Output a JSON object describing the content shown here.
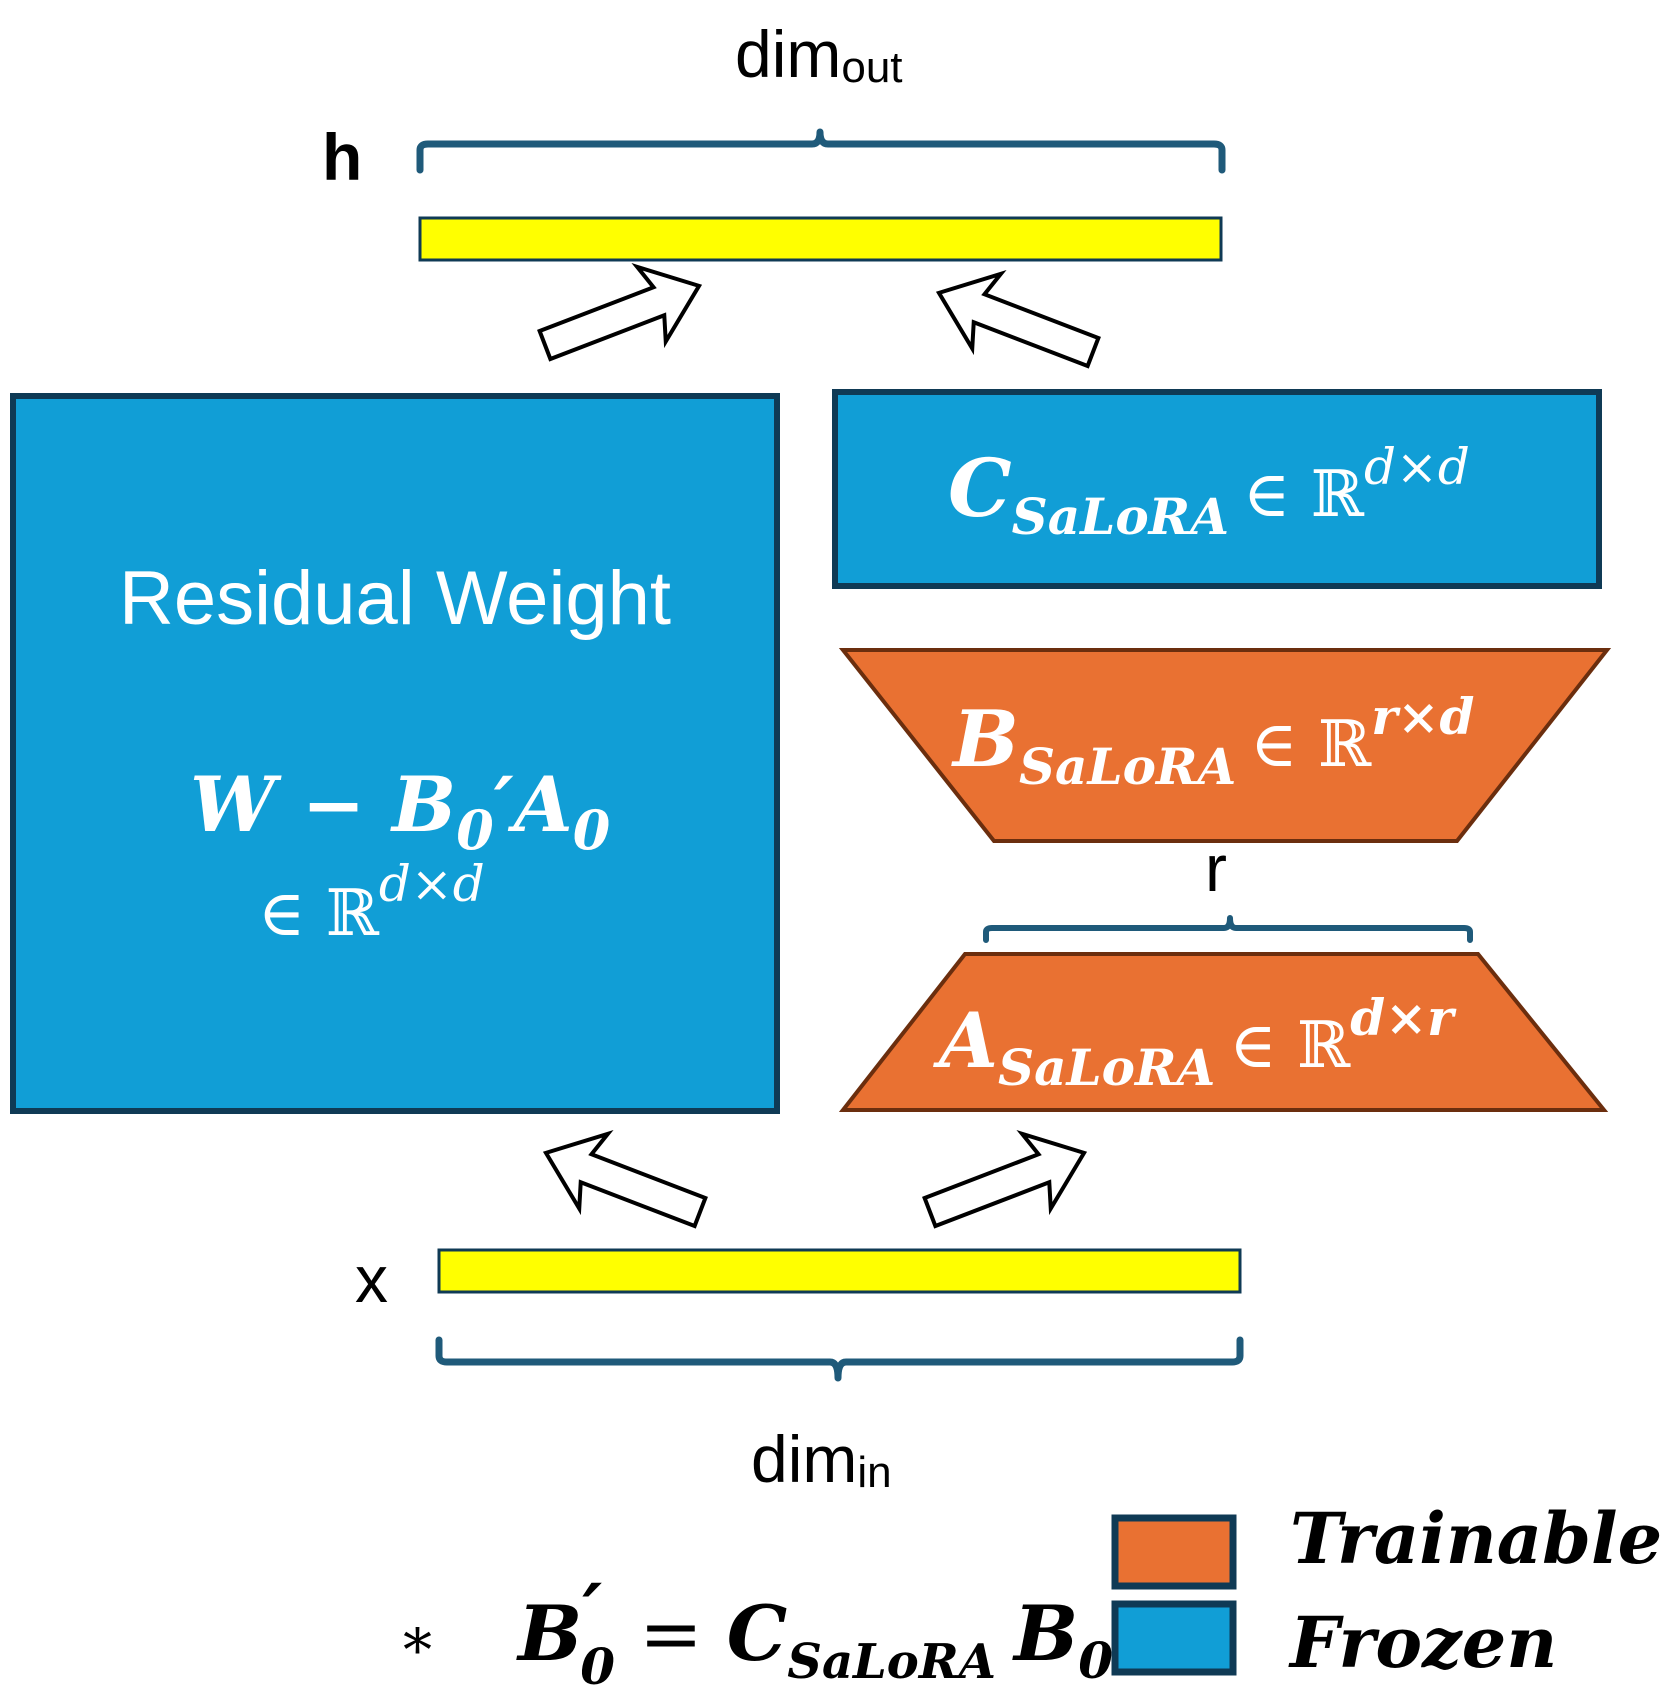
{
  "labels": {
    "dim_out": {
      "main": "dim",
      "sub": "out"
    },
    "dim_in": {
      "main": "dim",
      "sub": "in"
    },
    "h": "h",
    "x": "x",
    "r": "r"
  },
  "blocks": {
    "residual": {
      "title": "Residual Weight",
      "expr_main": "W − B",
      "expr_sub1": "0",
      "expr_prime": "′A",
      "expr_sub2": "0",
      "domain_in": "∈ ℝ",
      "domain_sup": "d×d"
    },
    "c_salora": {
      "main": "C",
      "sub": "SaLoRA",
      "in": "∈ ℝ",
      "sup": "d×d"
    },
    "b_salora": {
      "main": "B",
      "sub": "SaLoRA",
      "in": "∈ ℝ",
      "sup": "r×d"
    },
    "a_salora": {
      "main": "A",
      "sub": "SaLoRA",
      "in": "∈ ℝ",
      "sup": "d×r"
    }
  },
  "footnote": {
    "star": "*",
    "lhs": "B",
    "lhs_prime": "′",
    "lhs_sub": "0",
    "eq": "=",
    "rhs_c": "C",
    "rhs_c_sub": "SaLoRA",
    "rhs_b": "B",
    "rhs_b_sub": "0"
  },
  "legend": [
    {
      "label": "Trainable",
      "color": "#E97132"
    },
    {
      "label": "Frozen",
      "color": "#119ED6"
    }
  ],
  "colors": {
    "frozen": "#119ED6",
    "trainable": "#E97132",
    "vector": "#FFFF00",
    "bracket": "#1F5A7A",
    "border_dark": "#0F3A55",
    "trainable_border": "#6B2E0E"
  }
}
